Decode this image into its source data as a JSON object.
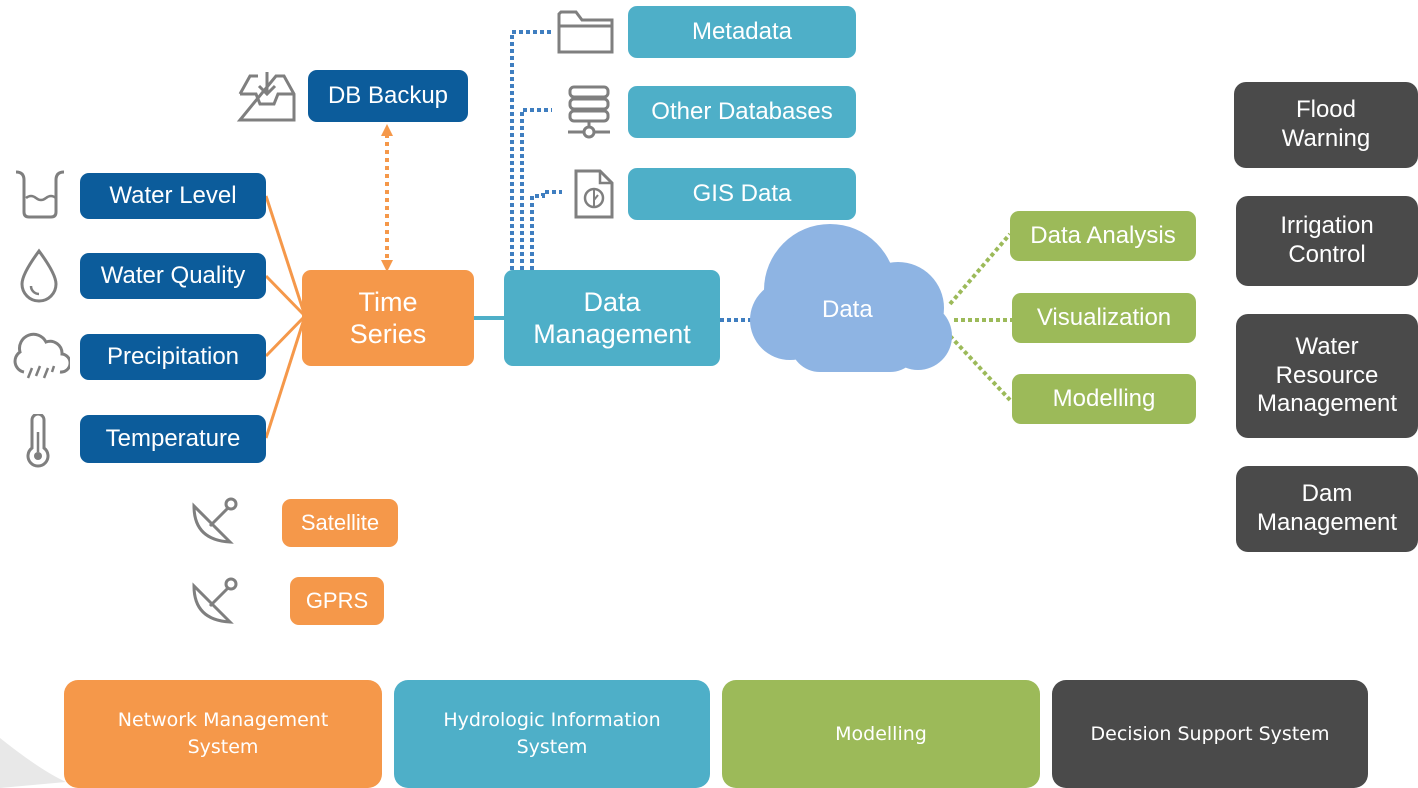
{
  "sensors": {
    "water_level": "Water Level",
    "water_quality": "Water Quality",
    "precipitation": "Precipitation",
    "temperature": "Temperature"
  },
  "backup": "DB Backup",
  "transmission": {
    "satellite": "Satellite",
    "gprs": "GPRS"
  },
  "time_series": {
    "line1": "Time",
    "line2": "Series"
  },
  "data_management": {
    "line1": "Data",
    "line2": "Management"
  },
  "sources": {
    "metadata": "Metadata",
    "other_databases": "Other Databases",
    "gis_data": "GIS Data"
  },
  "cloud": "Data",
  "outputs": {
    "data_analysis": "Data Analysis",
    "visualization": "Visualization",
    "modelling": "Modelling"
  },
  "applications": {
    "flood": {
      "line1": "Flood",
      "line2": "Warning"
    },
    "irrigation": {
      "line1": "Irrigation",
      "line2": "Control"
    },
    "water_resource": {
      "line1": "Water",
      "line2": "Resource",
      "line3": "Management"
    },
    "dam": {
      "line1": "Dam",
      "line2": "Management"
    }
  },
  "footer": {
    "nms": {
      "line1": "Network Management",
      "line2": "System"
    },
    "his": {
      "line1": "Hydrologic Information",
      "line2": "System"
    },
    "modelling": "Modelling",
    "dss": "Decision Support System"
  },
  "colors": {
    "navy": "#0c5c9b",
    "orange": "#f5984a",
    "teal": "#4eafc8",
    "green": "#9cba59",
    "dark": "#4a4a4a",
    "cloud": "#8eb4e3",
    "icon_gray": "#7f7f7f"
  }
}
